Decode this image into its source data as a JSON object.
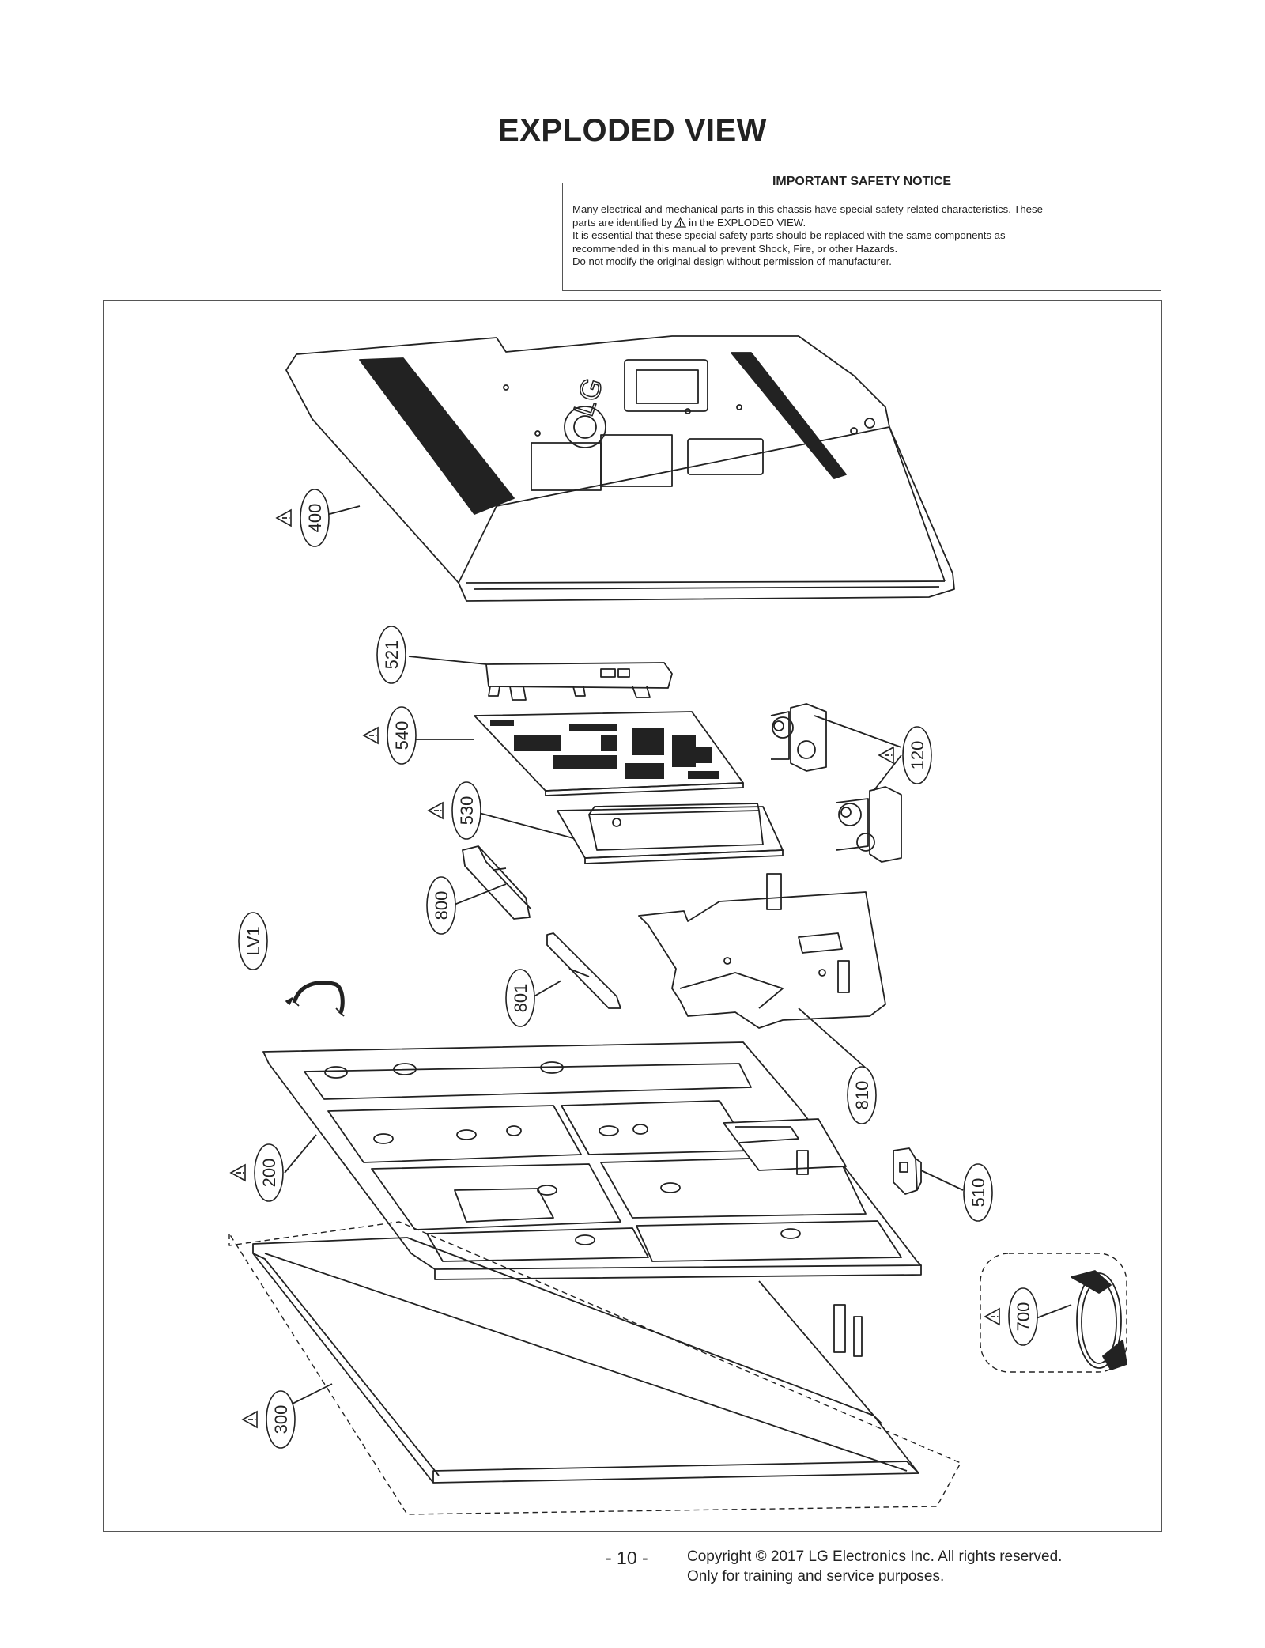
{
  "page": {
    "title": "EXPLODED VIEW",
    "notice_title": "IMPORTANT SAFETY NOTICE",
    "notice_lines": [
      "Many electrical and mechanical parts in this chassis have special safety-related characteristics. These",
      "parts are identified by",
      "in the EXPLODED VIEW.",
      "It is essential that these special safety parts should be replaced with the same components as",
      "recommended in this manual to prevent Shock, Fire, or other Hazards.",
      "Do not modify the original design without permission of manufacturer."
    ],
    "page_number": "- 10 -",
    "copyright": "Copyright © 2017 LG Electronics Inc. All rights reserved.",
    "purpose": "Only for training and service purposes."
  },
  "diagram": {
    "nodes": [
      {
        "id": "400",
        "label": "400",
        "safety": true,
        "part": "back-cover"
      },
      {
        "id": "521",
        "label": "521",
        "safety": false,
        "part": "jack-bracket"
      },
      {
        "id": "540",
        "label": "540",
        "safety": true,
        "part": "main-board"
      },
      {
        "id": "530",
        "label": "530",
        "safety": true,
        "part": "power-board"
      },
      {
        "id": "120",
        "label": "120",
        "safety": true,
        "part": "speakers"
      },
      {
        "id": "800",
        "label": "800",
        "safety": false,
        "part": "ir-bracket"
      },
      {
        "id": "801",
        "label": "801",
        "safety": false,
        "part": "ir-board"
      },
      {
        "id": "LV1",
        "label": "LV1",
        "safety": false,
        "part": "cable"
      },
      {
        "id": "810",
        "label": "810",
        "safety": false,
        "part": "board-frame"
      },
      {
        "id": "200",
        "label": "200",
        "safety": true,
        "part": "lcd-module"
      },
      {
        "id": "510",
        "label": "510",
        "safety": false,
        "part": "power-jack"
      },
      {
        "id": "700",
        "label": "700",
        "safety": true,
        "part": "power-cord"
      },
      {
        "id": "300",
        "label": "300",
        "safety": true,
        "part": "front-cabinet"
      }
    ],
    "logo_text": "LG"
  }
}
